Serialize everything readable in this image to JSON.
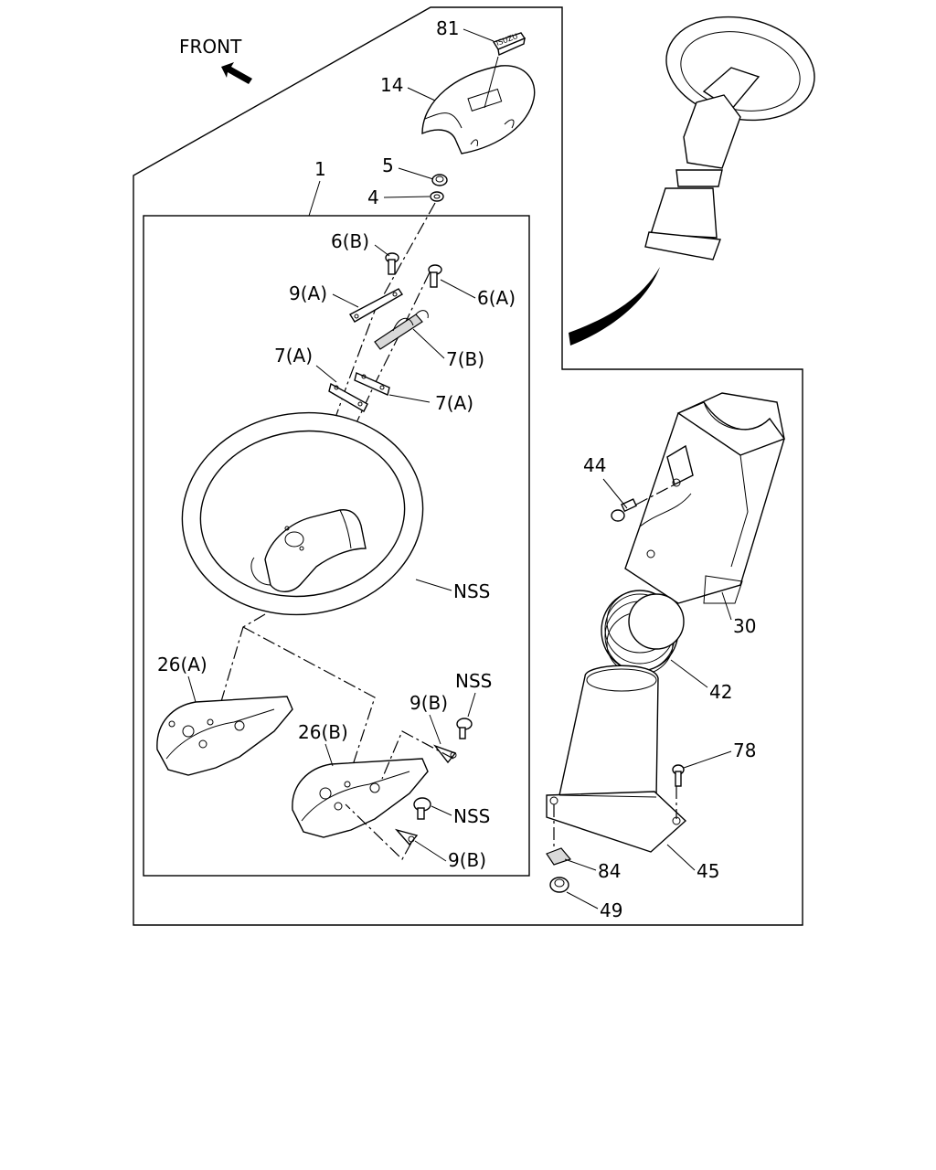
{
  "orientation": {
    "front_label": "FRONT"
  },
  "callouts": {
    "c81": "81",
    "c14": "14",
    "c5": "5",
    "c4": "4",
    "c1": "1",
    "c6b": "6(B)",
    "c9a": "9(A)",
    "c6a": "6(A)",
    "c7b": "7(B)",
    "c7a_left": "7(A)",
    "c7a_right": "7(A)",
    "c_nss_wheel": "NSS",
    "c26a": "26(A)",
    "c26b": "26(B)",
    "c9b_top": "9(B)",
    "c_nss_top": "NSS",
    "c_nss_bottom": "NSS",
    "c9b_bottom": "9(B)",
    "c44": "44",
    "c30": "30",
    "c42": "42",
    "c78": "78",
    "c84": "84",
    "c45": "45",
    "c49": "49"
  },
  "badge_text": "ISUZU",
  "colors": {
    "line": "#000000",
    "background": "#ffffff"
  }
}
